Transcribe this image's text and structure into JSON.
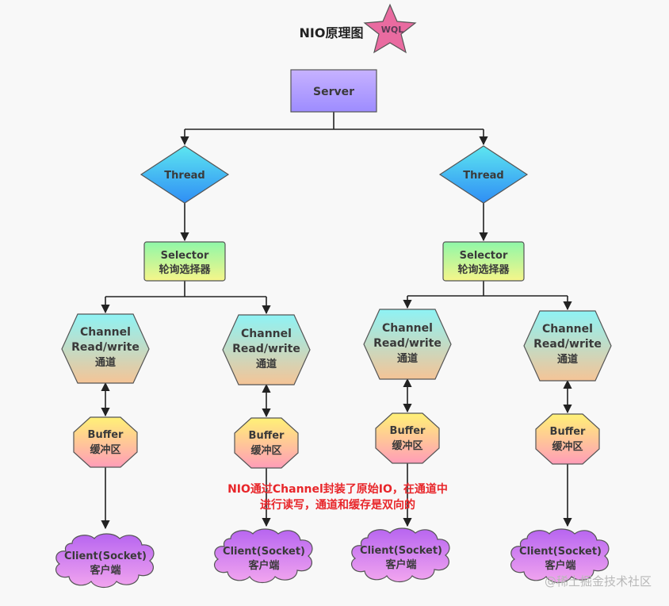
{
  "title": "NIO原理图",
  "star_label": "WQL",
  "server": "Server",
  "thread_label": "Thread",
  "selector": {
    "line1": "Selector",
    "line2": "轮询选择器"
  },
  "channel": {
    "line1": "Channel",
    "line2": "Read/write",
    "line3": "通道"
  },
  "buffer": {
    "line1": "Buffer",
    "line2": "缓冲区"
  },
  "client": {
    "line1": "Client(Socket)",
    "line2": "客户端"
  },
  "note": {
    "line1": "NIO通过Channel封装了原始IO，在通道中",
    "line2": "进行读写，通道和缓存是双向的"
  },
  "watermark": "@稀土掘金技术社区",
  "colors": {
    "server_top": "#c7b2ff",
    "server_bottom": "#9d8cff",
    "thread_top": "#5de6f0",
    "thread_bottom": "#2f8ef5",
    "selector_top": "#8ff7a8",
    "selector_bottom": "#f6f68a",
    "channel_top": "#8ef3f5",
    "channel_bottom": "#f5c496",
    "buffer_top": "#fff176",
    "buffer_bottom": "#ff9db8",
    "client_top": "#c06af0",
    "client_bottom": "#f2a5ef",
    "note": "#e8262a",
    "star": "#e96ba0"
  }
}
